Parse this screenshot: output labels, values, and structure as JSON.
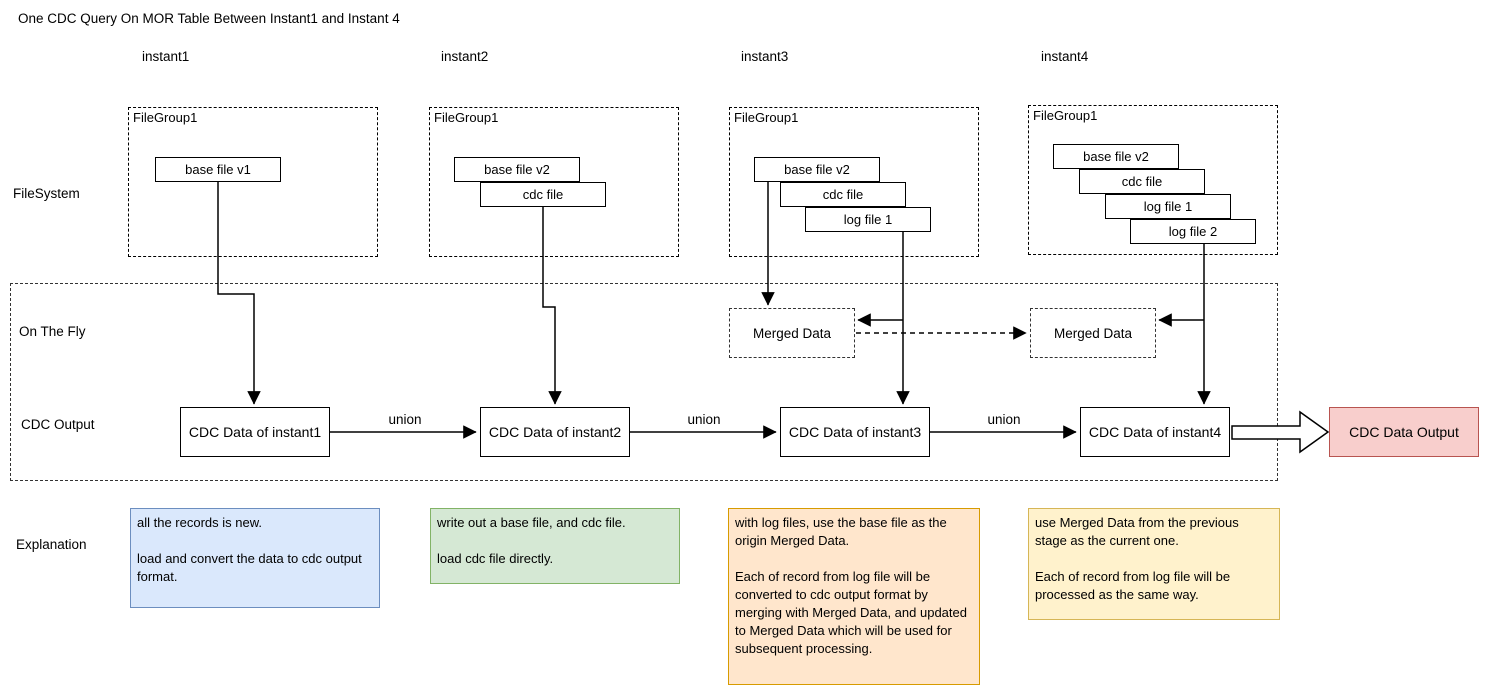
{
  "title": "One CDC Query On MOR Table Between Instant1 and Instant 4",
  "row_labels": {
    "filesystem": "FileSystem",
    "on_the_fly": "On The Fly",
    "cdc_output": "CDC Output",
    "explanation": "Explanation"
  },
  "instants": [
    {
      "label": "instant1",
      "filegroup_label": "FileGroup1",
      "files": [
        "base file v1"
      ],
      "cdc_label": "CDC Data of instant1",
      "explanation": "all the records is new.\n\nload and convert the data to cdc output format.",
      "explanation_color": "blue"
    },
    {
      "label": "instant2",
      "filegroup_label": "FileGroup1",
      "files": [
        "base file v2",
        "cdc file"
      ],
      "cdc_label": "CDC Data of instant2",
      "explanation": "write out a base file, and cdc file.\n\nload cdc file directly.",
      "explanation_color": "green"
    },
    {
      "label": "instant3",
      "filegroup_label": "FileGroup1",
      "files": [
        "base file v2",
        "cdc file",
        "log file 1"
      ],
      "merged_data_label": "Merged Data",
      "cdc_label": "CDC Data of instant3",
      "explanation": "with log files, use the base file as the origin Merged Data.\n\nEach of record from log file will be converted to cdc output format by merging with Merged Data, and updated to Merged Data which will be used for subsequent processing.",
      "explanation_color": "orange"
    },
    {
      "label": "instant4",
      "filegroup_label": "FileGroup1",
      "files": [
        "base file v2",
        "cdc file",
        "log file 1",
        "log file 2"
      ],
      "merged_data_label": "Merged Data",
      "cdc_label": "CDC Data of instant4",
      "explanation": "use Merged Data from the previous stage as the current one.\n\nEach of record from log file will be processed as the same way.",
      "explanation_color": "yellow"
    }
  ],
  "union_labels": [
    "union",
    "union",
    "union"
  ],
  "output_label": "CDC Data Output",
  "colors": {
    "blue": {
      "fill": "#dae8fc",
      "border": "#6c8ebf"
    },
    "green": {
      "fill": "#d5e8d4",
      "border": "#82b366"
    },
    "orange": {
      "fill": "#ffe6cc",
      "border": "#d79b00"
    },
    "yellow": {
      "fill": "#fff2cc",
      "border": "#d6b656"
    },
    "red": {
      "fill": "#f8cecc",
      "border": "#b85450"
    },
    "line": "#000000"
  }
}
